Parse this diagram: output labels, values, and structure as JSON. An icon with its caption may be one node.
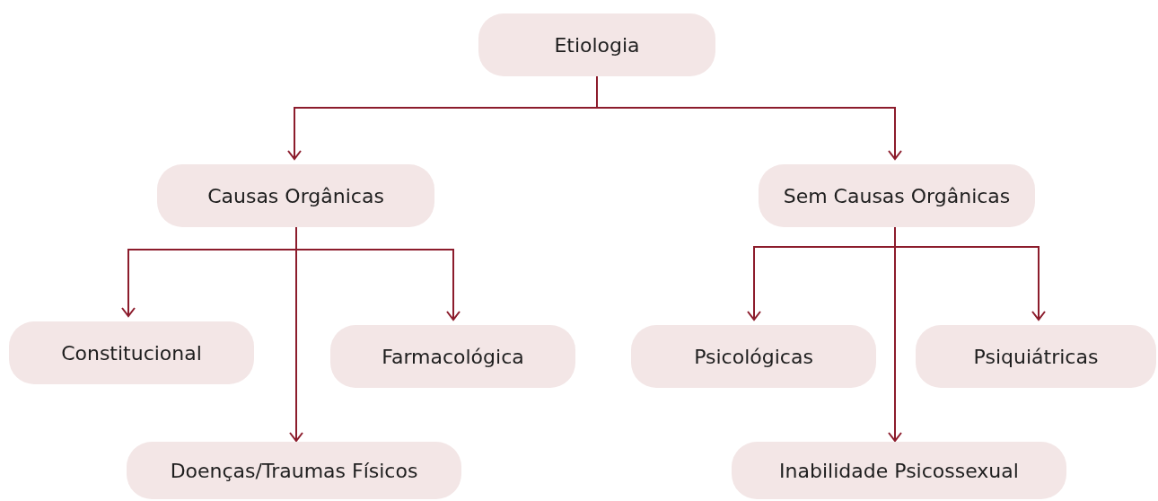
{
  "diagram": {
    "nodes": [
      {
        "text": [
          "Etiologia"
        ]
      },
      {
        "text": [
          "Causas Orgânicas"
        ]
      },
      {
        "text": [
          "Sem Causas Orgânicas"
        ]
      },
      {
        "text": [
          "Constitucional"
        ]
      },
      {
        "text": [
          "Farmacológica"
        ]
      },
      {
        "text": [
          "Doenças/Traumas Físicos"
        ]
      },
      {
        "text": [
          "Psicológicas"
        ]
      },
      {
        "text": [
          "Psiquiátricas"
        ]
      },
      {
        "text": [
          "Inabilidade Psicossexual"
        ]
      }
    ],
    "edges": [
      {
        "from": 0,
        "to": 1,
        "arrow": "to"
      },
      {
        "from": 0,
        "to": 2,
        "arrow": "to"
      },
      {
        "from": 1,
        "to": 3,
        "arrow": "to"
      },
      {
        "from": 1,
        "to": 4,
        "arrow": "to"
      },
      {
        "from": 1,
        "to": 5,
        "arrow": "to"
      },
      {
        "from": 2,
        "to": 6,
        "arrow": "to"
      },
      {
        "from": 2,
        "to": 7,
        "arrow": "to"
      },
      {
        "from": 2,
        "to": 8,
        "arrow": "to"
      }
    ]
  }
}
